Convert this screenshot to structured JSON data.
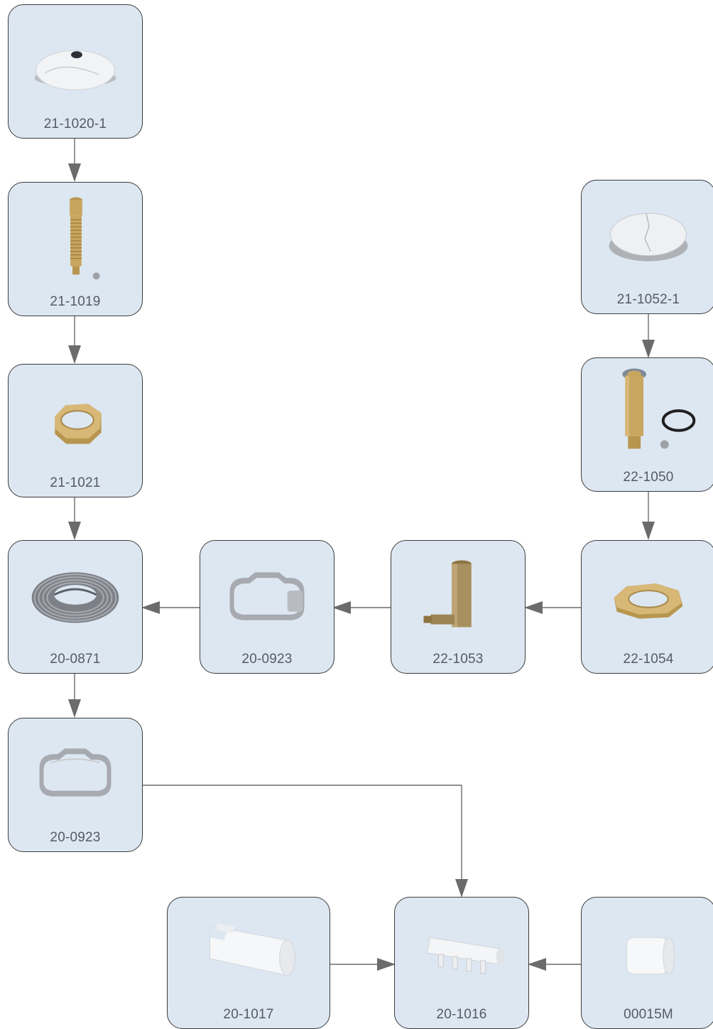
{
  "diagram": {
    "parts": {
      "p1": {
        "code": "21-1020-1",
        "icon": "cover-plate-icon"
      },
      "p2": {
        "code": "21-1019",
        "icon": "threaded-stem-icon"
      },
      "p3": {
        "code": "21-1021",
        "icon": "hex-nut-icon"
      },
      "p4": {
        "code": "20-0871",
        "icon": "tubing-coil-icon"
      },
      "p5": {
        "code": "20-0923",
        "icon": "hose-clamp-icon"
      },
      "p6": {
        "code": "21-1052-1",
        "icon": "cover-plate-icon"
      },
      "p7": {
        "code": "22-1050",
        "icon": "threaded-body-icon"
      },
      "p8": {
        "code": "22-1054",
        "icon": "hex-nut-icon"
      },
      "p9": {
        "code": "22-1053",
        "icon": "elbow-fitting-icon"
      },
      "p10": {
        "code": "20-0923",
        "icon": "hose-clamp-icon"
      },
      "p11": {
        "code": "20-1016",
        "icon": "manifold-icon"
      },
      "p12": {
        "code": "20-1017",
        "icon": "pipe-adapter-icon"
      },
      "p13": {
        "code": "00015M",
        "icon": "end-cap-icon"
      }
    },
    "connections": [
      {
        "from": "21-1020-1",
        "to": "21-1019"
      },
      {
        "from": "21-1019",
        "to": "21-1021"
      },
      {
        "from": "21-1021",
        "to": "20-0871"
      },
      {
        "from": "20-0871",
        "to": "20-0923"
      },
      {
        "from": "21-1052-1",
        "to": "22-1050"
      },
      {
        "from": "22-1050",
        "to": "22-1054"
      },
      {
        "from": "22-1054",
        "to": "22-1053"
      },
      {
        "from": "22-1053",
        "to": "20-0923"
      },
      {
        "from": "20-0923",
        "to": "20-0871"
      },
      {
        "from": "20-0923",
        "to": "20-1016"
      },
      {
        "from": "20-1017",
        "to": "20-1016"
      },
      {
        "from": "00015M",
        "to": "20-1016"
      }
    ],
    "colors": {
      "node_fill": "#dce7f2",
      "node_border": "#3c3c3c",
      "label_text": "#555b62",
      "connector": "#6b6b6b",
      "brass": "#c9a660",
      "white_part": "#f2f3f4"
    }
  }
}
